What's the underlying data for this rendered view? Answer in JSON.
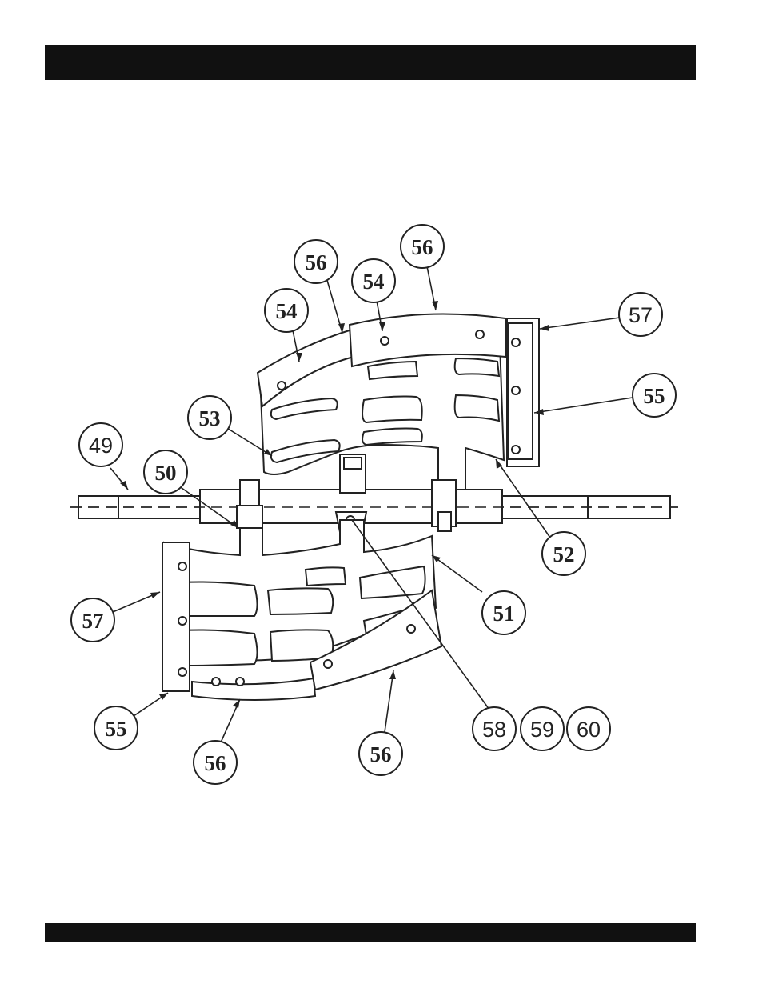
{
  "callouts": {
    "c49": "49",
    "c50": "50",
    "c51": "51",
    "c52": "52",
    "c53": "53",
    "c54a": "54",
    "c54b": "54",
    "c55a": "55",
    "c55b": "55",
    "c56a": "56",
    "c56b": "56",
    "c56c": "56",
    "c56d": "56",
    "c57a": "57",
    "c57b": "57",
    "c58": "58",
    "c59": "59",
    "c60": "60"
  }
}
